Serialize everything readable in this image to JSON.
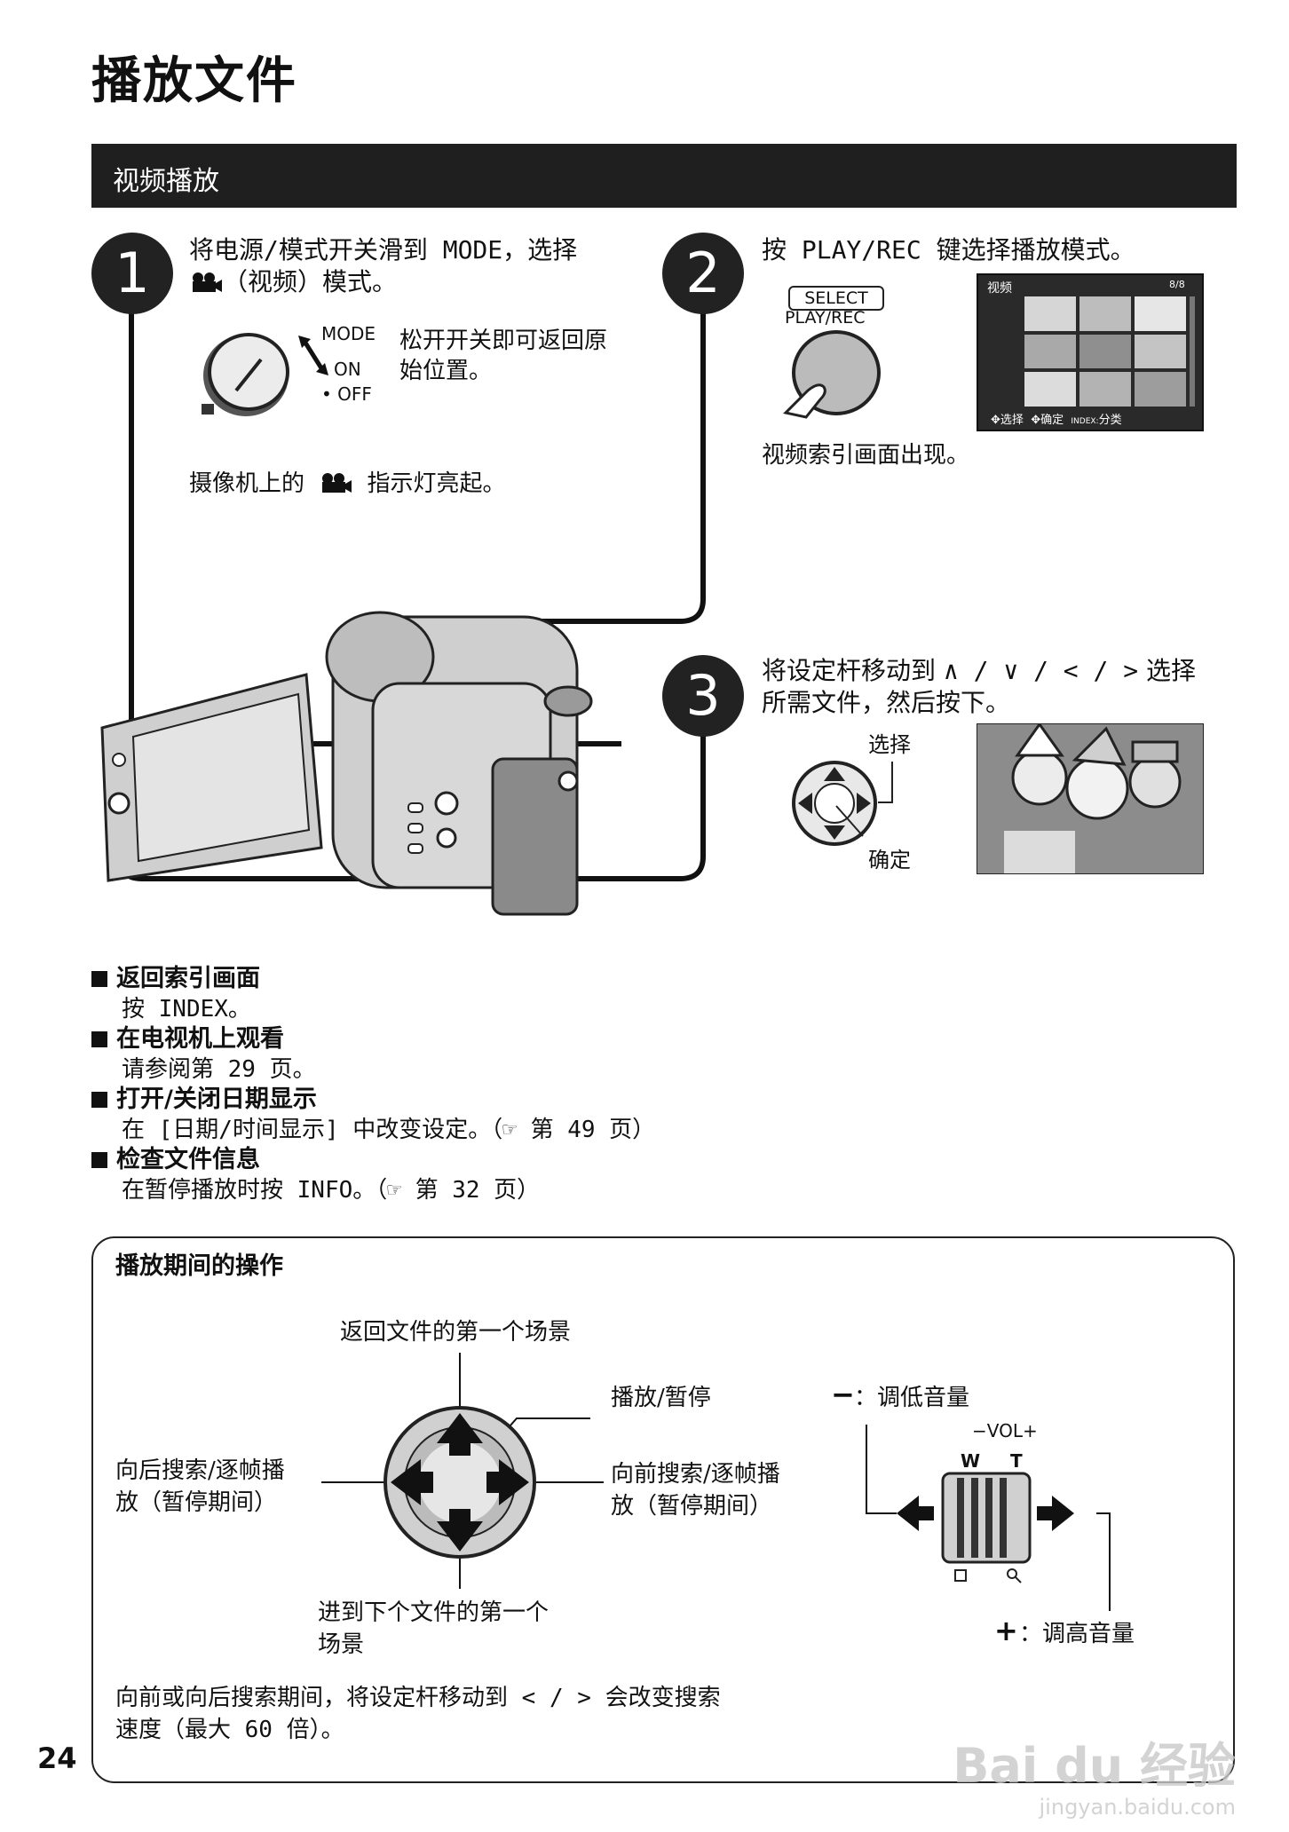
{
  "page": {
    "title": "播放文件",
    "section_title": "视频播放",
    "page_number": "24"
  },
  "step1": {
    "number": "1",
    "line1": "将电源/模式开关滑到 MODE，选择",
    "line2": "（视频）模式。",
    "dial_mode": "MODE",
    "dial_on": "ON",
    "dial_off": "• OFF",
    "note_line1": "松开开关即可返回原",
    "note_line2": "始位置。",
    "indicator_a": "摄像机上的",
    "indicator_b": "指示灯亮起。"
  },
  "step2": {
    "number": "2",
    "text": "按 PLAY/REC 键选择播放模式。",
    "select_label": "SELECT",
    "playrec_label": "PLAY/REC",
    "screen_title": "视频",
    "screen_counter": "8/8",
    "screen_footer1": "选择",
    "screen_footer2": "确定",
    "screen_footer_index": "INDEX:",
    "screen_footer3": "分类",
    "caption": "视频索引画面出现。"
  },
  "step3": {
    "number": "3",
    "line1": "将设定杆移动到",
    "line1_symbols": "∧ / ∨ / < / >",
    "line1_end": "选择",
    "line2": "所需文件，然后按下。",
    "label_select": "选择",
    "label_confirm": "确定"
  },
  "notes": [
    {
      "title": "返回索引画面",
      "body": "按 INDEX。"
    },
    {
      "title": "在电视机上观看",
      "body": "请参阅第 29 页。"
    },
    {
      "title": "打开/关闭日期显示",
      "body": "在 [日期/时间显示] 中改变设定。（☞ 第 49 页）"
    },
    {
      "title": "检查文件信息",
      "body": "在暂停播放时按 INFO。（☞ 第 32 页）"
    }
  ],
  "ops": {
    "title": "播放期间的操作",
    "up": "返回文件的第一个场景",
    "center": "播放/暂停",
    "left_line1": "向后搜索/逐帧播",
    "left_line2": "放（暂停期间）",
    "right_line1": "向前搜索/逐帧播",
    "right_line2": "放（暂停期间）",
    "down_line1": "进到下个文件的第一个",
    "down_line2": "场景",
    "vol_minus_symbol": "−",
    "vol_minus": "：调低音量",
    "vol_label": "−VOL+",
    "w_label": "W",
    "t_label": "T",
    "vol_plus_symbol": "+",
    "vol_plus": "：调高音量",
    "footer_line1": "向前或向后搜索期间，将设定杆移动到 < / > 会改变搜索",
    "footer_line2": "速度（最大 60 倍）。"
  },
  "watermark": {
    "brand": "Bai du 经验",
    "url": "jingyan.baidu.com"
  }
}
